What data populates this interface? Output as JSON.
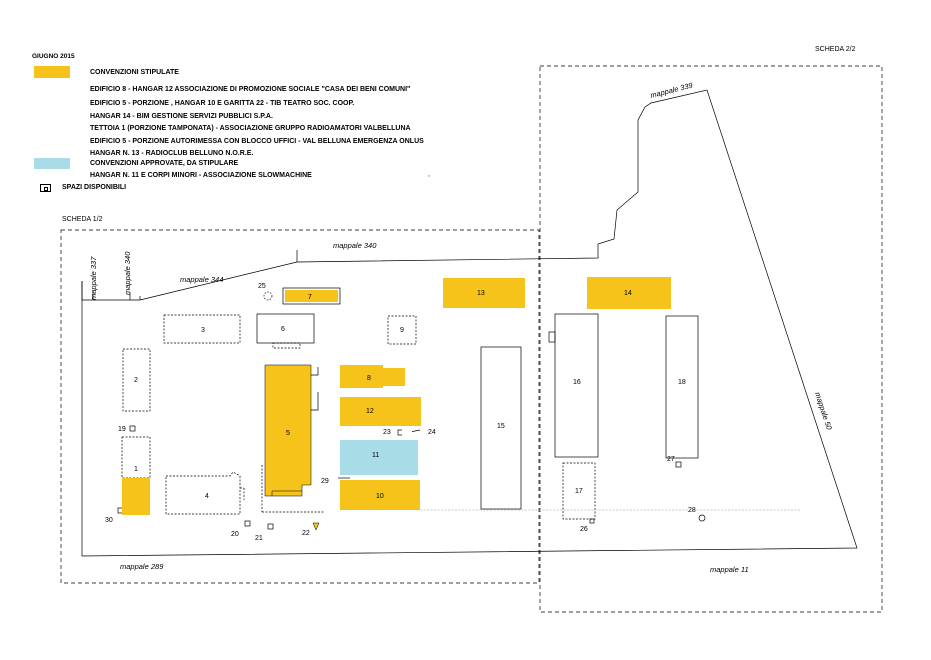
{
  "date": "GIUGNO 2015",
  "sheet_right": "SCHEDA 2/2",
  "sheet_left": "SCHEDA 1/2",
  "colors": {
    "stipulate": "#f6c31a",
    "approvate": "#a8dde8"
  },
  "legend": {
    "stipulate_title": "CONVENZIONI STIPULATE",
    "stipulate_items": [
      "EDIFICIO 8 -  HANGAR 12   ASSOCIAZIONE DI PROMOZIONE SOCIALE \"CASA DEI  BENI COMUNI\"",
      "EDIFICIO 5 - PORZIONE , HANGAR 10 E GARITTA 22  - TIB TEATRO SOC. COOP.",
      "HANGAR 14 - BIM GESTIONE SERVIZI PUBBLICI S.P.A.",
      "TETTOIA 1 (PORZIONE TAMPONATA) - ASSOCIAZIONE  GRUPPO RADIOAMATORI VALBELLUNA",
      "EDIFICIO 5 - PORZIONE AUTORIMESSA CON BLOCCO UFFICI - VAL BELLUNA EMERGENZA ONLUS",
      "HANGAR N. 13 -  RADIOCLUB BELLUNO N.O.R.E."
    ],
    "approvate_title": "CONVENZIONI APPROVATE, DA STIPULARE",
    "approvate_items": [
      "HANGAR N. 11 E CORPI MINORI - ASSOCIAZIONE SLOWMACHINE"
    ],
    "spazi_title": "SPAZI DISPONIBILI",
    "stray_mark": ","
  },
  "parcels": {
    "m339": "mappale  339",
    "m340": "mappale 340",
    "m337": "mappale 337",
    "m340v": "mappale 340",
    "m344": "mappale 344",
    "m289": "mappale 289",
    "m11": "mappale 11",
    "m50": "mappale  50"
  },
  "buildings": {
    "b1": "1",
    "b2": "2",
    "b3": "3",
    "b4": "4",
    "b5": "5",
    "b6": "6",
    "b7": "7",
    "b8": "8",
    "b9": "9",
    "b10": "10",
    "b11": "11",
    "b12": "12",
    "b13": "13",
    "b14": "14",
    "b15": "15",
    "b16": "16",
    "b17": "17",
    "b18": "18",
    "b19": "19",
    "b20": "20",
    "b21": "21",
    "b22": "22",
    "b23": "23",
    "b24": "24",
    "b25": "25",
    "b26": "26",
    "b27": "27",
    "b28": "28",
    "b29": "29",
    "b30": "30"
  }
}
